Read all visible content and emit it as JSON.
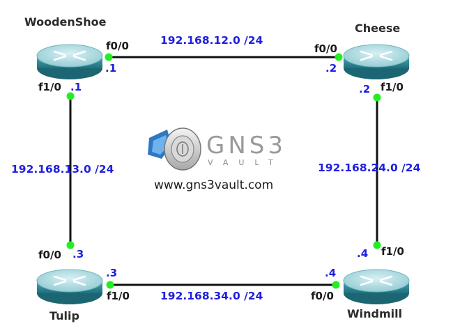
{
  "routers": {
    "woodenshoe": {
      "name": "WoodenShoe"
    },
    "cheese": {
      "name": "Cheese"
    },
    "tulip": {
      "name": "Tulip"
    },
    "windmill": {
      "name": "Windmill"
    }
  },
  "interfaces": {
    "woodenshoe_f00": "f0/0",
    "woodenshoe_f10": "f1/0",
    "cheese_f00": "f0/0",
    "cheese_f10": "f1/0",
    "tulip_f00": "f0/0",
    "tulip_f10": "f1/0",
    "windmill_f00": "f0/0",
    "windmill_f10": "f1/0"
  },
  "host_ips": {
    "woodenshoe_f00": ".1",
    "woodenshoe_f10": ".1",
    "cheese_f00": ".2",
    "cheese_f10": ".2",
    "tulip_f00": ".3",
    "tulip_f10": ".3",
    "windmill_f00": ".4",
    "windmill_f10": ".4"
  },
  "networks": {
    "top": "192.168.12.0 /24",
    "left": "192.168.13.0 /24",
    "right": "192.168.24.0 /24",
    "bottom": "192.168.34.0 /24"
  },
  "logo": {
    "wordmark": "GNS3",
    "tagline": "VAULT",
    "url": "www.gns3vault.com"
  },
  "colors": {
    "link": "#111111",
    "port": "#22ee22",
    "router_top": "#a9d7de",
    "router_body": "#2f8a99",
    "network_label": "#1f1fe0"
  }
}
